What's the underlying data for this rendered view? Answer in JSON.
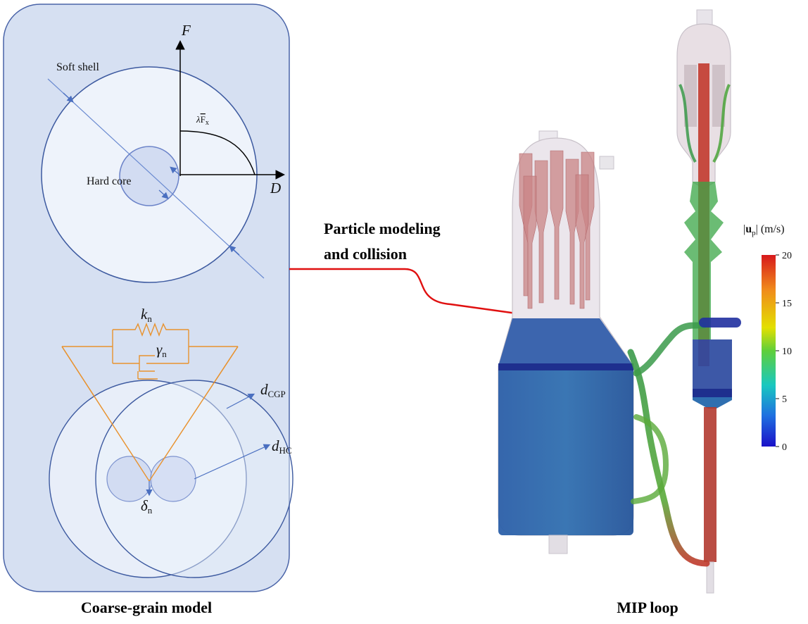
{
  "left_panel": {
    "caption": "Coarse-grain model",
    "soft_shell_label": "Soft shell",
    "hard_core_label": "Hard core",
    "force_axis_label": "F",
    "distance_axis_label": "D",
    "curve_label_lambda": "λ",
    "curve_label_F": "F",
    "curve_label_sub": "x",
    "spring_label": "k",
    "spring_sub": "n",
    "damper_label": "γ",
    "damper_sub": "n",
    "cgp_diameter_label": "d",
    "cgp_diameter_sub": "CGP",
    "hc_diameter_label": "d",
    "hc_diameter_sub": "HC",
    "overlap_label": "δ",
    "overlap_sub": "n"
  },
  "connector": {
    "line1": "Particle modeling",
    "line2": "and collision"
  },
  "right_panel": {
    "caption": "MIP loop"
  },
  "colorbar": {
    "title_var": "u",
    "title_sub": "p",
    "title_unit": "(m/s)",
    "ticks": [
      "20",
      "15",
      "10",
      "5",
      "0"
    ],
    "colors": [
      "#d7191c",
      "#f08a1c",
      "#e3e000",
      "#5fcf3a",
      "#19c8c0",
      "#1f6fe0",
      "#1a10c8"
    ]
  }
}
